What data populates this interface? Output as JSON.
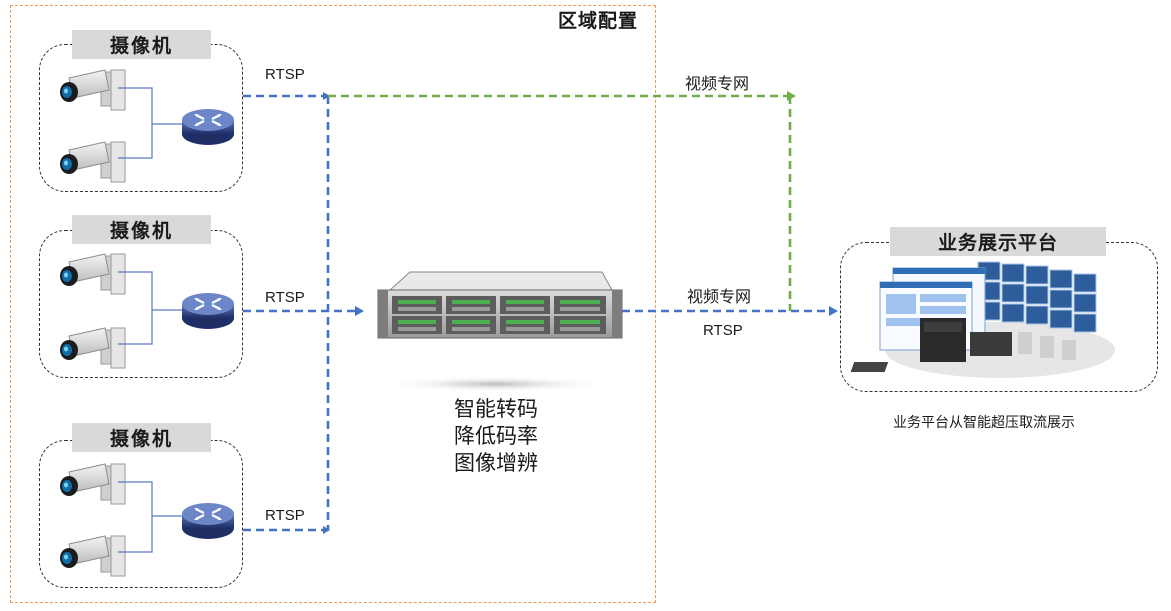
{
  "region": {
    "title": "区域配置"
  },
  "camera_groups": [
    {
      "label": "摄像机",
      "protocol": "RTSP"
    },
    {
      "label": "摄像机",
      "protocol": "RTSP"
    },
    {
      "label": "摄像机",
      "protocol": "RTSP"
    }
  ],
  "links": {
    "top_network": "视频专网",
    "bottom_network": "视频专网",
    "bottom_protocol": "RTSP"
  },
  "server": {
    "lines": [
      "智能转码",
      "降低码率",
      "图像增辨"
    ]
  },
  "platform": {
    "title": "业务展示平台",
    "caption": "业务平台从智能超压取流展示"
  },
  "colors": {
    "blue_link": "#4472c4",
    "green_link": "#70ad47",
    "region_border": "#e79a5a",
    "label_bg": "#d9d9d9"
  }
}
